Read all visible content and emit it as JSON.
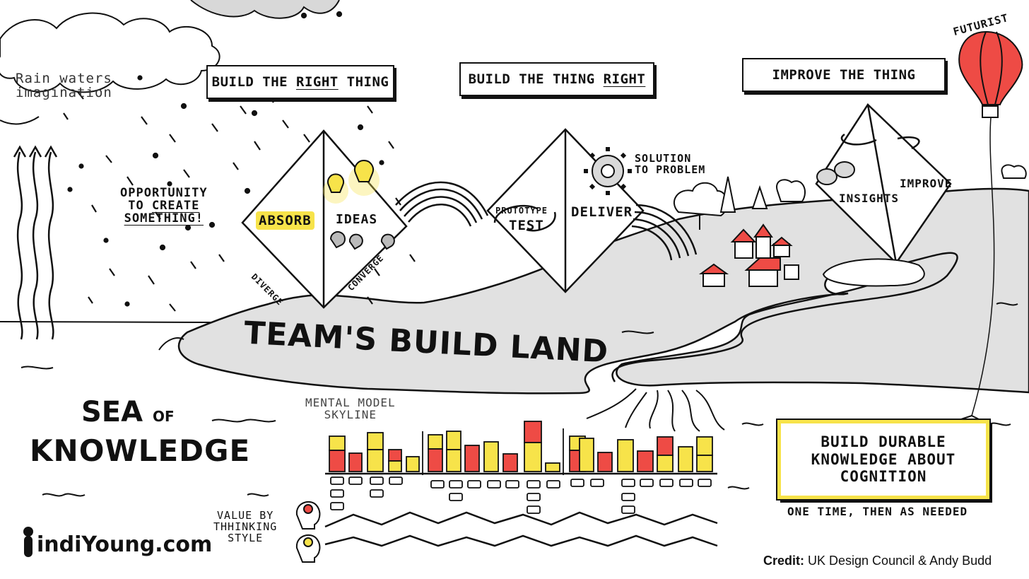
{
  "rain_note": {
    "line1": "Rain waters",
    "line2": "imagination"
  },
  "headers": {
    "right_thing": {
      "pre": "BUILD THE ",
      "em": "RIGHT",
      "post": " THING"
    },
    "thing_right": {
      "pre": "BUILD THE THING ",
      "em": "RIGHT"
    },
    "improve": "IMPROVE THE THING"
  },
  "opportunity": {
    "line1": "OPPORTUNITY",
    "pre": "TO ",
    "em": "CREATE",
    "line3": "SOMETHING!"
  },
  "diamond1": {
    "left": "ABSORB",
    "right": "IDEAS",
    "diverge": "DIVERGE",
    "converge": "CONVERGE"
  },
  "diamond2": {
    "left_top": "PROTOTYPE",
    "left_bottom": "TEST",
    "right": "DELIVER"
  },
  "solution": {
    "line1": "SOLUTION",
    "line2": "TO PROBLEM"
  },
  "diamond3": {
    "left": "INSIGHTS",
    "right": "IMPROVE"
  },
  "futurist": "FUTURIST",
  "land_title": "TEAM'S BUILD LAND",
  "sea": {
    "line1": "SEA",
    "of": "OF",
    "line2": "KNOWLEDGE"
  },
  "skyline_title": {
    "line1": "MENTAL MODEL",
    "line2": "SKYLINE"
  },
  "value_label": {
    "line1": "VALUE BY",
    "line2": "THHINKING",
    "line3": "STYLE"
  },
  "durable": {
    "line1": "BUILD DURABLE",
    "line2": "KNOWLEDGE ABOUT",
    "line3": "COGNITION",
    "sub": "ONE TIME, THEN AS NEEDED"
  },
  "brand": "indiYoung.com",
  "credit": {
    "label": "Credit:",
    "text": "UK Design Council & Andy Budd"
  },
  "colors": {
    "yellow": "#f7e34a",
    "red": "#ee4b45",
    "land": "#e1e1e1",
    "ink": "#111111",
    "cloud_shadow": "#d8d8d8"
  }
}
